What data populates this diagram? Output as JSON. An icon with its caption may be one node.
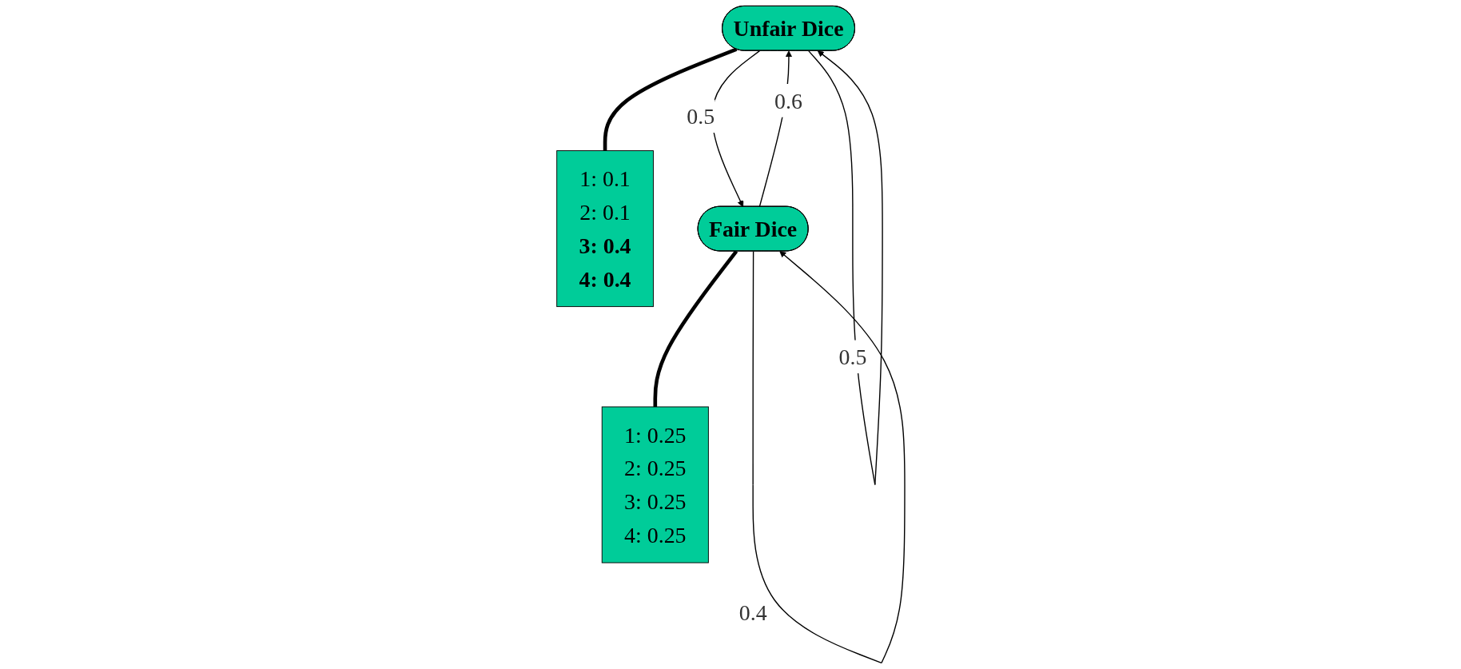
{
  "diagram": {
    "nodes": [
      {
        "text": [
          "Fair Dice"
        ]
      },
      {
        "text": [
          "Unfair Dice"
        ]
      },
      {
        "text": [
          "1: 0.25",
          "2: 0.25",
          "3: 0.25",
          "4: 0.25"
        ]
      },
      {
        "text": [
          "1: 0.1",
          "2: 0.1",
          "3: 0.4",
          "4: 0.4"
        ]
      }
    ],
    "edges": [
      {
        "from": 0,
        "to": 0,
        "arrow": "to",
        "label": "0.4"
      },
      {
        "from": 0,
        "to": 1,
        "arrow": "to",
        "label": "0.6"
      },
      {
        "from": 1,
        "to": 0,
        "arrow": "to",
        "label": "0.5"
      },
      {
        "from": 1,
        "to": 1,
        "arrow": "to",
        "label": "0.5"
      },
      {
        "from": 0,
        "to": 2,
        "arrow": "none",
        "style": "thick"
      },
      {
        "from": 1,
        "to": 3,
        "arrow": "none",
        "style": "thick"
      }
    ]
  }
}
